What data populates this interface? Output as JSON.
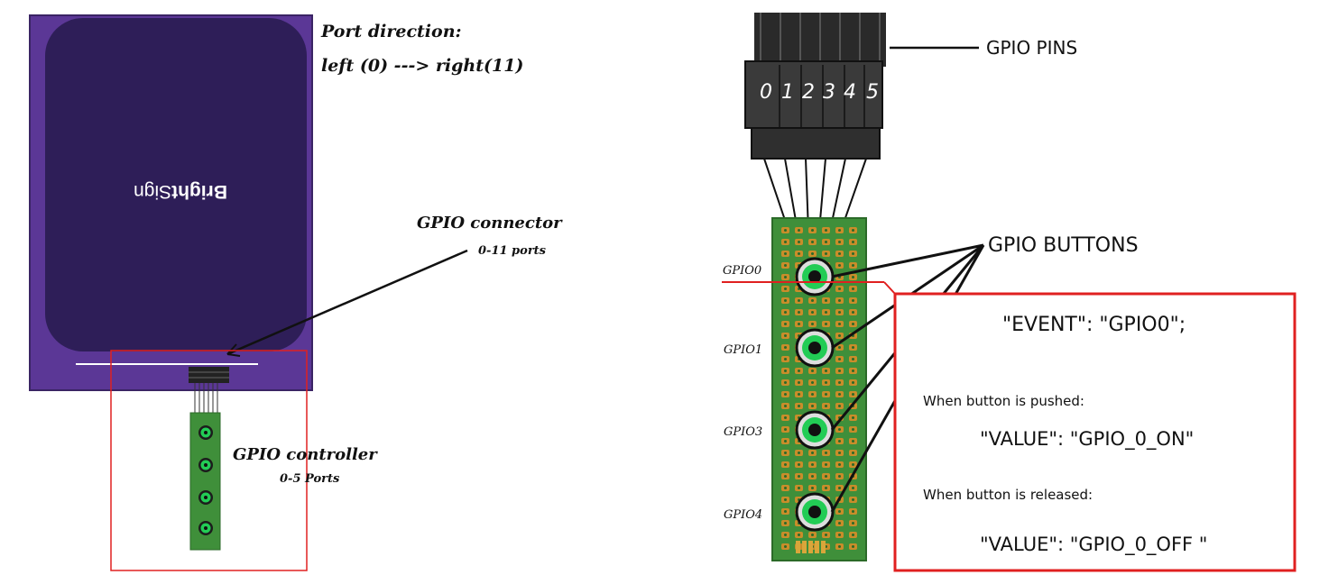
{
  "colors": {
    "device_purple": "#5b3796",
    "device_dark": "#2e1e58",
    "board_green": "#3f8f3a",
    "button_green": "#22cc55",
    "highlight_red": "#e02020",
    "cable_black": "#222222"
  },
  "left_panel": {
    "port_direction_title": "Port direction:",
    "port_direction_range": "left (0) ---> right(11)",
    "device_logo": {
      "bold": "Bright",
      "regular": "Sign"
    },
    "connector_label": "GPIO connector",
    "connector_ports": "0-11 ports",
    "controller_label": "GPIO controller",
    "controller_ports": "0-5 Ports",
    "button_count": 4
  },
  "right_panel": {
    "pins_label": "GPIO PINS",
    "pin_numbers": [
      "0",
      "1",
      "2",
      "3",
      "4",
      "5"
    ],
    "buttons_label": "GPIO BUTTONS",
    "gpio_labels": [
      "GPIO0",
      "GPIO1",
      "GPIO3",
      "GPIO4"
    ],
    "event_line": "\"EVENT\": \"GPIO0\";",
    "pushed_caption": "When button is pushed:",
    "pushed_value": "\"VALUE\": \"GPIO_0_ON\"",
    "released_caption": "When button is released:",
    "released_value": "\"VALUE\": \"GPIO_0_OFF \""
  }
}
